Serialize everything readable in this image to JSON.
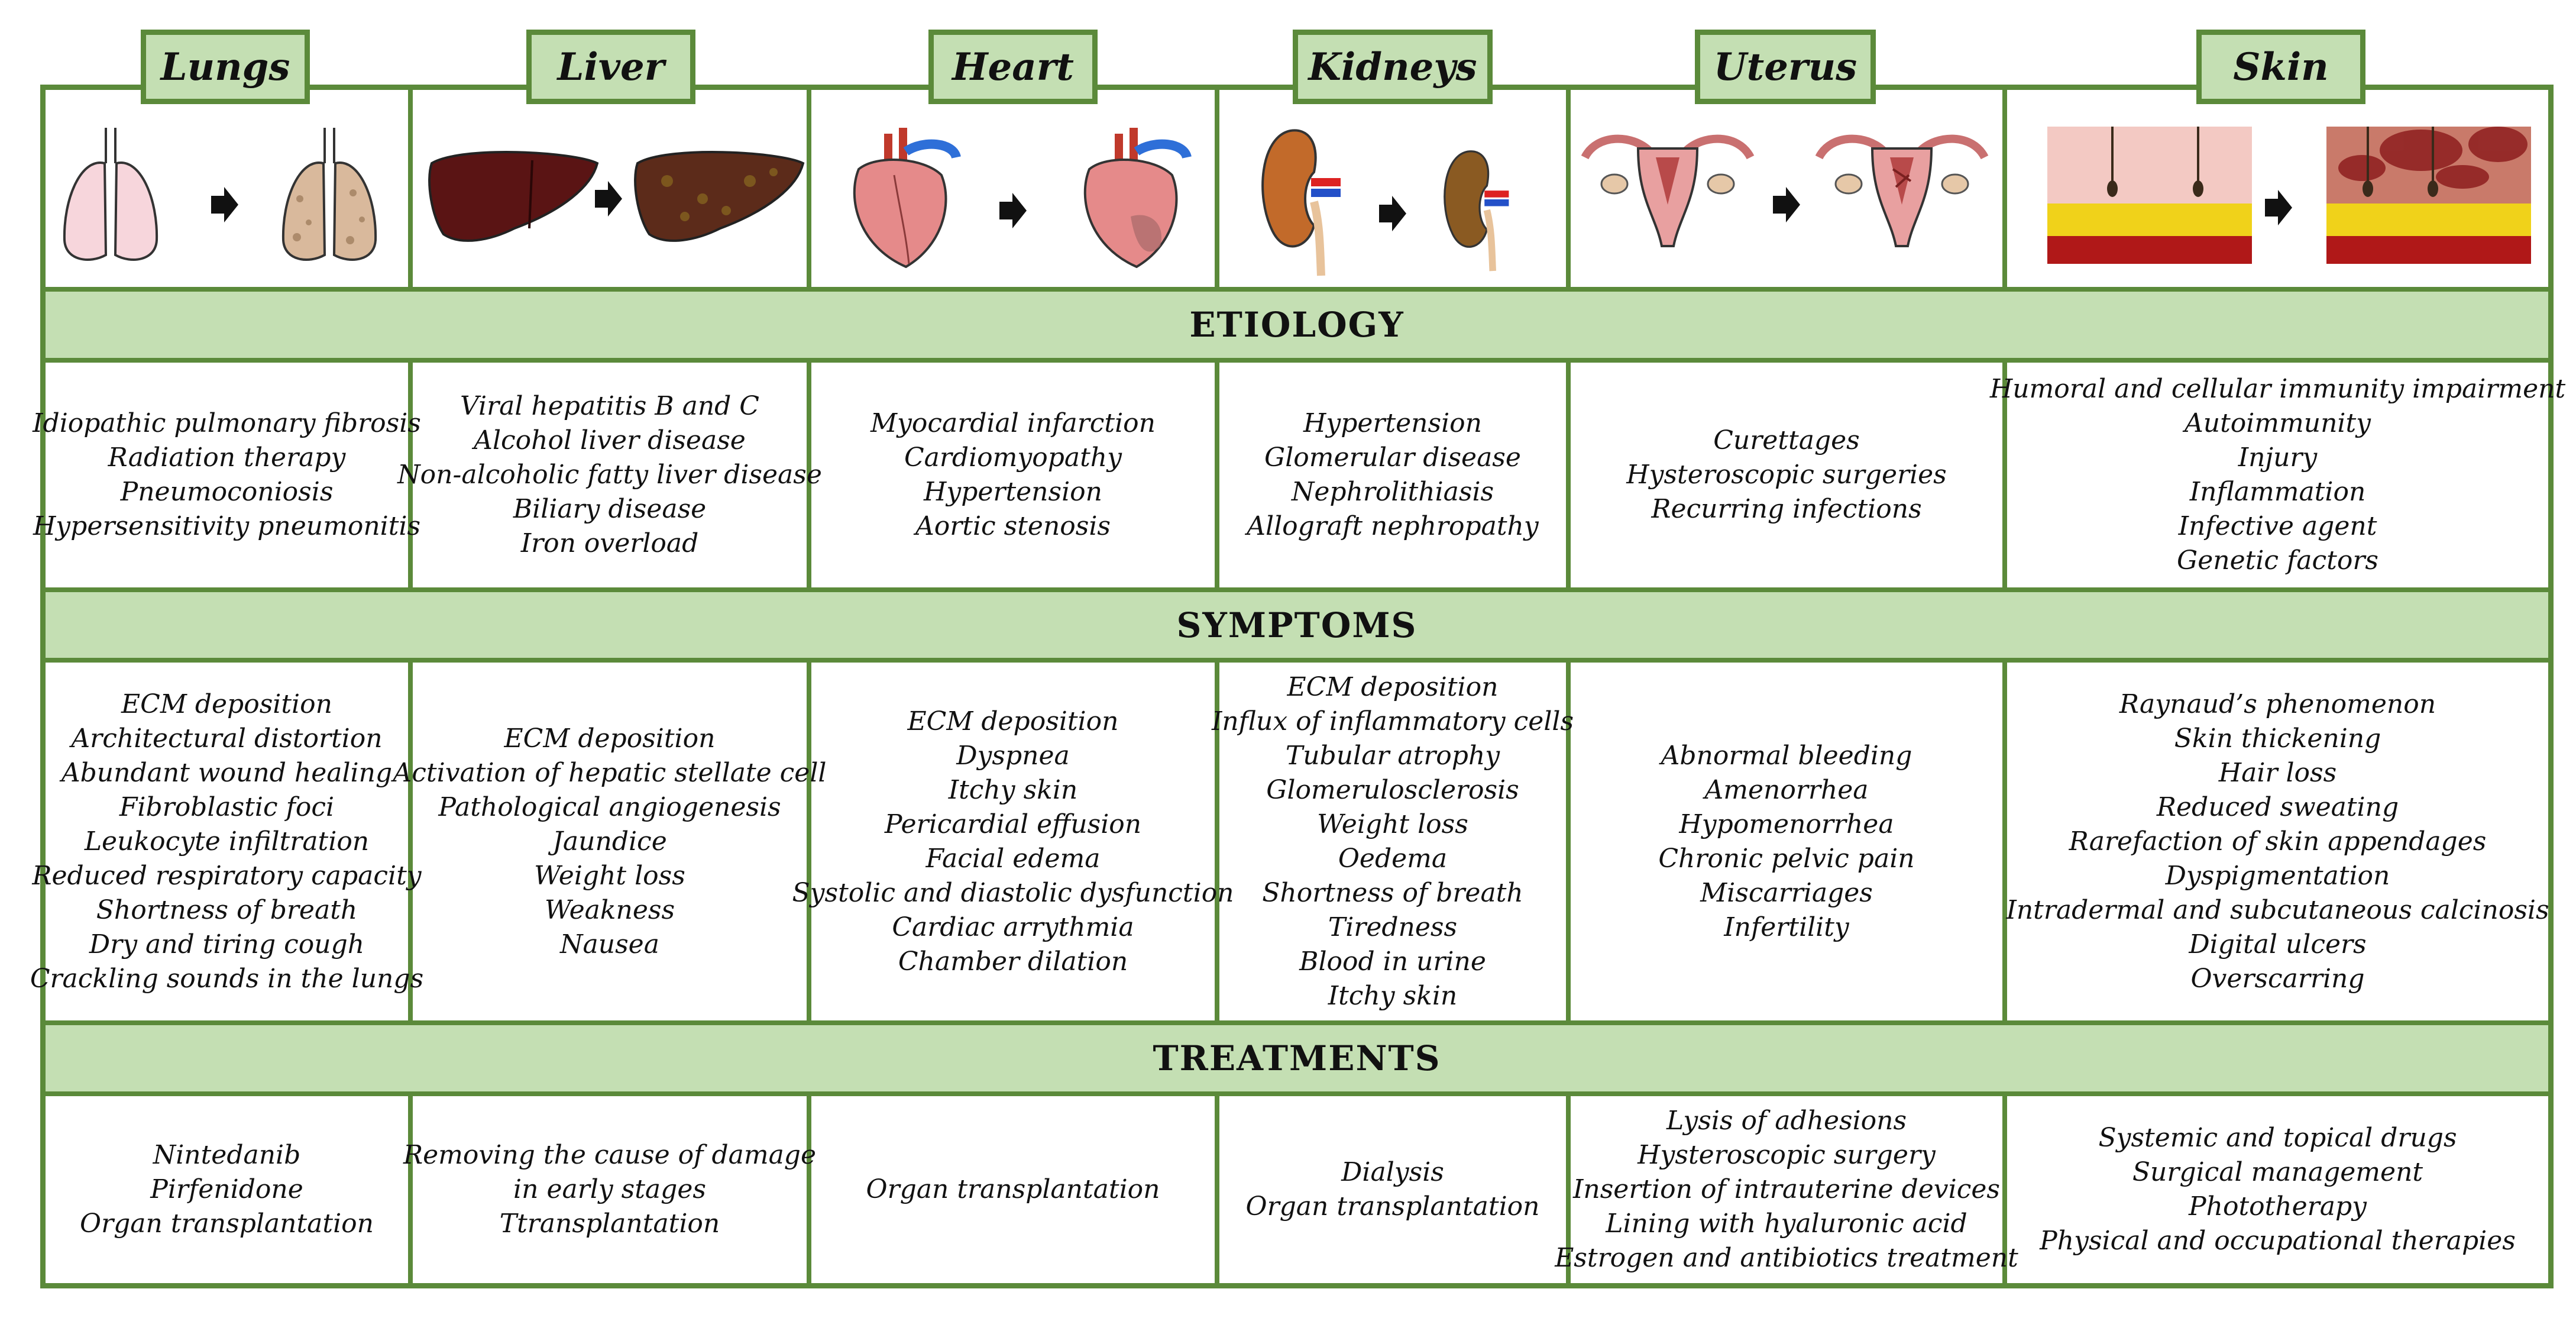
{
  "organs": [
    {
      "name": "Lungs",
      "etiology": [
        "Idiopathic pulmonary fibrosis",
        "Radiation therapy",
        "Pneumoconiosis",
        "Hypersensitivity pneumonitis"
      ],
      "symptoms": [
        "ECM deposition",
        "Architectural distortion",
        "Abundant wound healing",
        "Fibroblastic foci",
        "Leukocyte infiltration",
        "Reduced respiratory capacity",
        "Shortness of breath",
        "Dry and tiring cough",
        "Crackling sounds in the lungs"
      ],
      "treatments": [
        "Nintedanib",
        "Pirfenidone",
        "Organ transplantation"
      ]
    },
    {
      "name": "Liver",
      "etiology": [
        "Viral hepatitis B and C",
        "Alcohol liver disease",
        "Non-alcoholic fatty liver disease",
        "Biliary disease",
        "Iron overload"
      ],
      "symptoms": [
        "ECM deposition",
        "Activation of hepatic stellate cell",
        "Pathological angiogenesis",
        "Jaundice",
        "Weight loss",
        "Weakness",
        "Nausea"
      ],
      "treatments": [
        "Removing the cause of damage",
        "in early stages",
        "Ttransplantation"
      ]
    },
    {
      "name": "Heart",
      "etiology": [
        "Myocardial infarction",
        "Cardiomyopathy",
        "Hypertension",
        "Aortic stenosis"
      ],
      "symptoms": [
        "ECM deposition",
        "Dyspnea",
        "Itchy skin",
        "Pericardial effusion",
        "Facial edema",
        "Systolic and diastolic dysfunction",
        "Cardiac arrythmia",
        "Chamber dilation"
      ],
      "treatments": [
        "Organ transplantation"
      ]
    },
    {
      "name": "Kidneys",
      "etiology": [
        "Hypertension",
        "Glomerular disease",
        "Nephrolithiasis",
        "Allograft nephropathy"
      ],
      "symptoms": [
        "ECM deposition",
        "Influx of inflammatory cells",
        "Tubular atrophy",
        "Glomerulosclerosis",
        "Weight loss",
        "Oedema",
        "Shortness of breath",
        "Tiredness",
        "Blood in urine",
        "Itchy skin"
      ],
      "treatments": [
        "Dialysis",
        "Organ transplantation"
      ]
    },
    {
      "name": "Uterus",
      "etiology": [
        "Curettages",
        "Hysteroscopic surgeries",
        "Recurring infections"
      ],
      "symptoms": [
        "Abnormal bleeding",
        "Amenorrhea",
        "Hypomenorrhea",
        "Chronic pelvic pain",
        "Miscarriages",
        "Infertility"
      ],
      "treatments": [
        "Lysis of adhesions",
        "Hysteroscopic surgery",
        "Insertion of intrauterine devices",
        "Lining with hyaluronic acid",
        "Estrogen and antibiotics treatment"
      ]
    },
    {
      "name": "Skin",
      "etiology": [
        "Humoral and cellular immunity impairment",
        "Autoimmunity",
        "Injury",
        "Inflammation",
        "Infective agent",
        "Genetic factors"
      ],
      "symptoms": [
        "Raynaud’s phenomenon",
        "Skin thickening",
        "Hair loss",
        "Reduced sweating",
        "Rarefaction of skin appendages",
        "Dyspigmentation",
        "Intradermal and subcutaneous calcinosis",
        "Digital ulcers",
        "Overscarring"
      ],
      "treatments": [
        "Systemic and topical drugs",
        "Surgical management",
        "Phototherapy",
        "Physical and occupational therapies"
      ]
    }
  ],
  "sections": {
    "etiology": "ETIOLOGY",
    "symptoms": "SYMPTOMS",
    "treatments": "TREATMENTS"
  },
  "colors": {
    "border": "#5b8a3a",
    "band": "#c4dfb3"
  },
  "icons": [
    "lung-icon",
    "liver-icon",
    "heart-icon",
    "kidney-icon",
    "uterus-icon",
    "skin-icon",
    "arrow-right-icon"
  ]
}
